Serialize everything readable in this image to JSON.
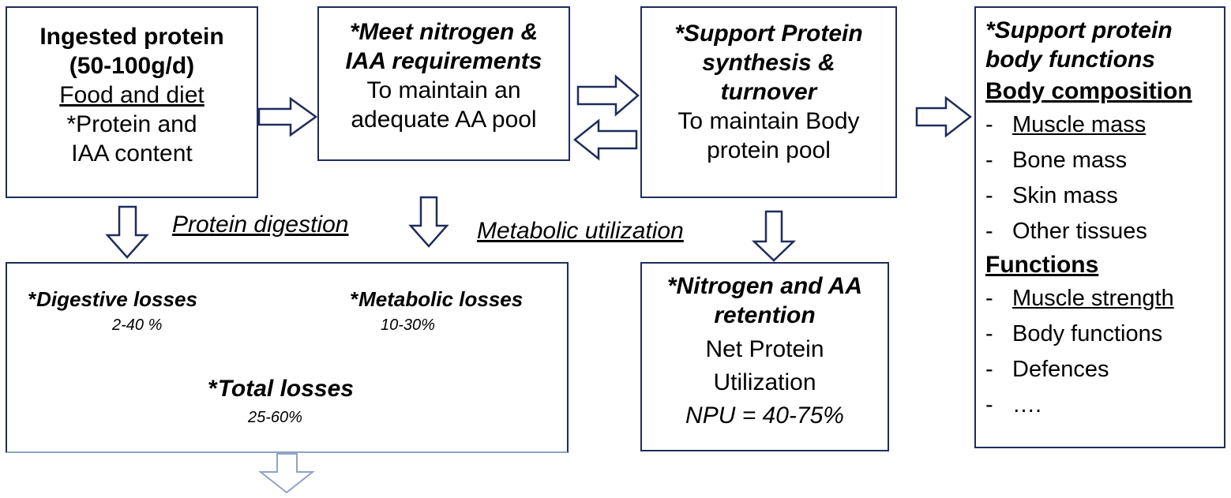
{
  "box_ingested": {
    "line1": "Ingested protein",
    "line2": "(50-100g/d)",
    "line3": "Food and diet",
    "line4": "*Protein and",
    "line5": "IAA content"
  },
  "box_requirements": {
    "line1": "*Meet nitrogen &",
    "line2": "IAA requirements",
    "line3": "To maintain an",
    "line4": "adequate AA pool"
  },
  "box_synthesis": {
    "line1": "*Support Protein",
    "line2": "synthesis &",
    "line3": "turnover",
    "line4": "To maintain Body",
    "line5": "protein pool"
  },
  "box_functions": {
    "line1": "*Support protein",
    "line2": "body functions",
    "header_composition": "Body composition",
    "composition_items": [
      "Muscle mass",
      "Bone mass",
      "Skin mass",
      "Other tissues"
    ],
    "header_functions": "Functions",
    "function_items": [
      "Muscle strength",
      "Body functions",
      "Defences",
      "…."
    ],
    "dash": "-"
  },
  "labels": {
    "protein_digestion": "Protein digestion",
    "metabolic_utilization": "Metabolic utilization"
  },
  "box_losses": {
    "digestive_star": "*",
    "digestive_title": "Digestive losses",
    "digestive_value": "2-40 %",
    "metabolic_star": "*",
    "metabolic_title": "Metabolic losses",
    "metabolic_value": "10-30%",
    "total_star": "*",
    "total_title": "Total losses",
    "total_value": "25-60%"
  },
  "box_retention": {
    "line1": "*Nitrogen and AA",
    "line2": "retention",
    "line3": "Net Protein",
    "line4": "Utilization",
    "line5": "NPU = 40-75%"
  },
  "colors": {
    "border": "#1f2d5c",
    "arrow_stroke": "#1f2d5c",
    "loss_border": "#8ea3c8"
  }
}
